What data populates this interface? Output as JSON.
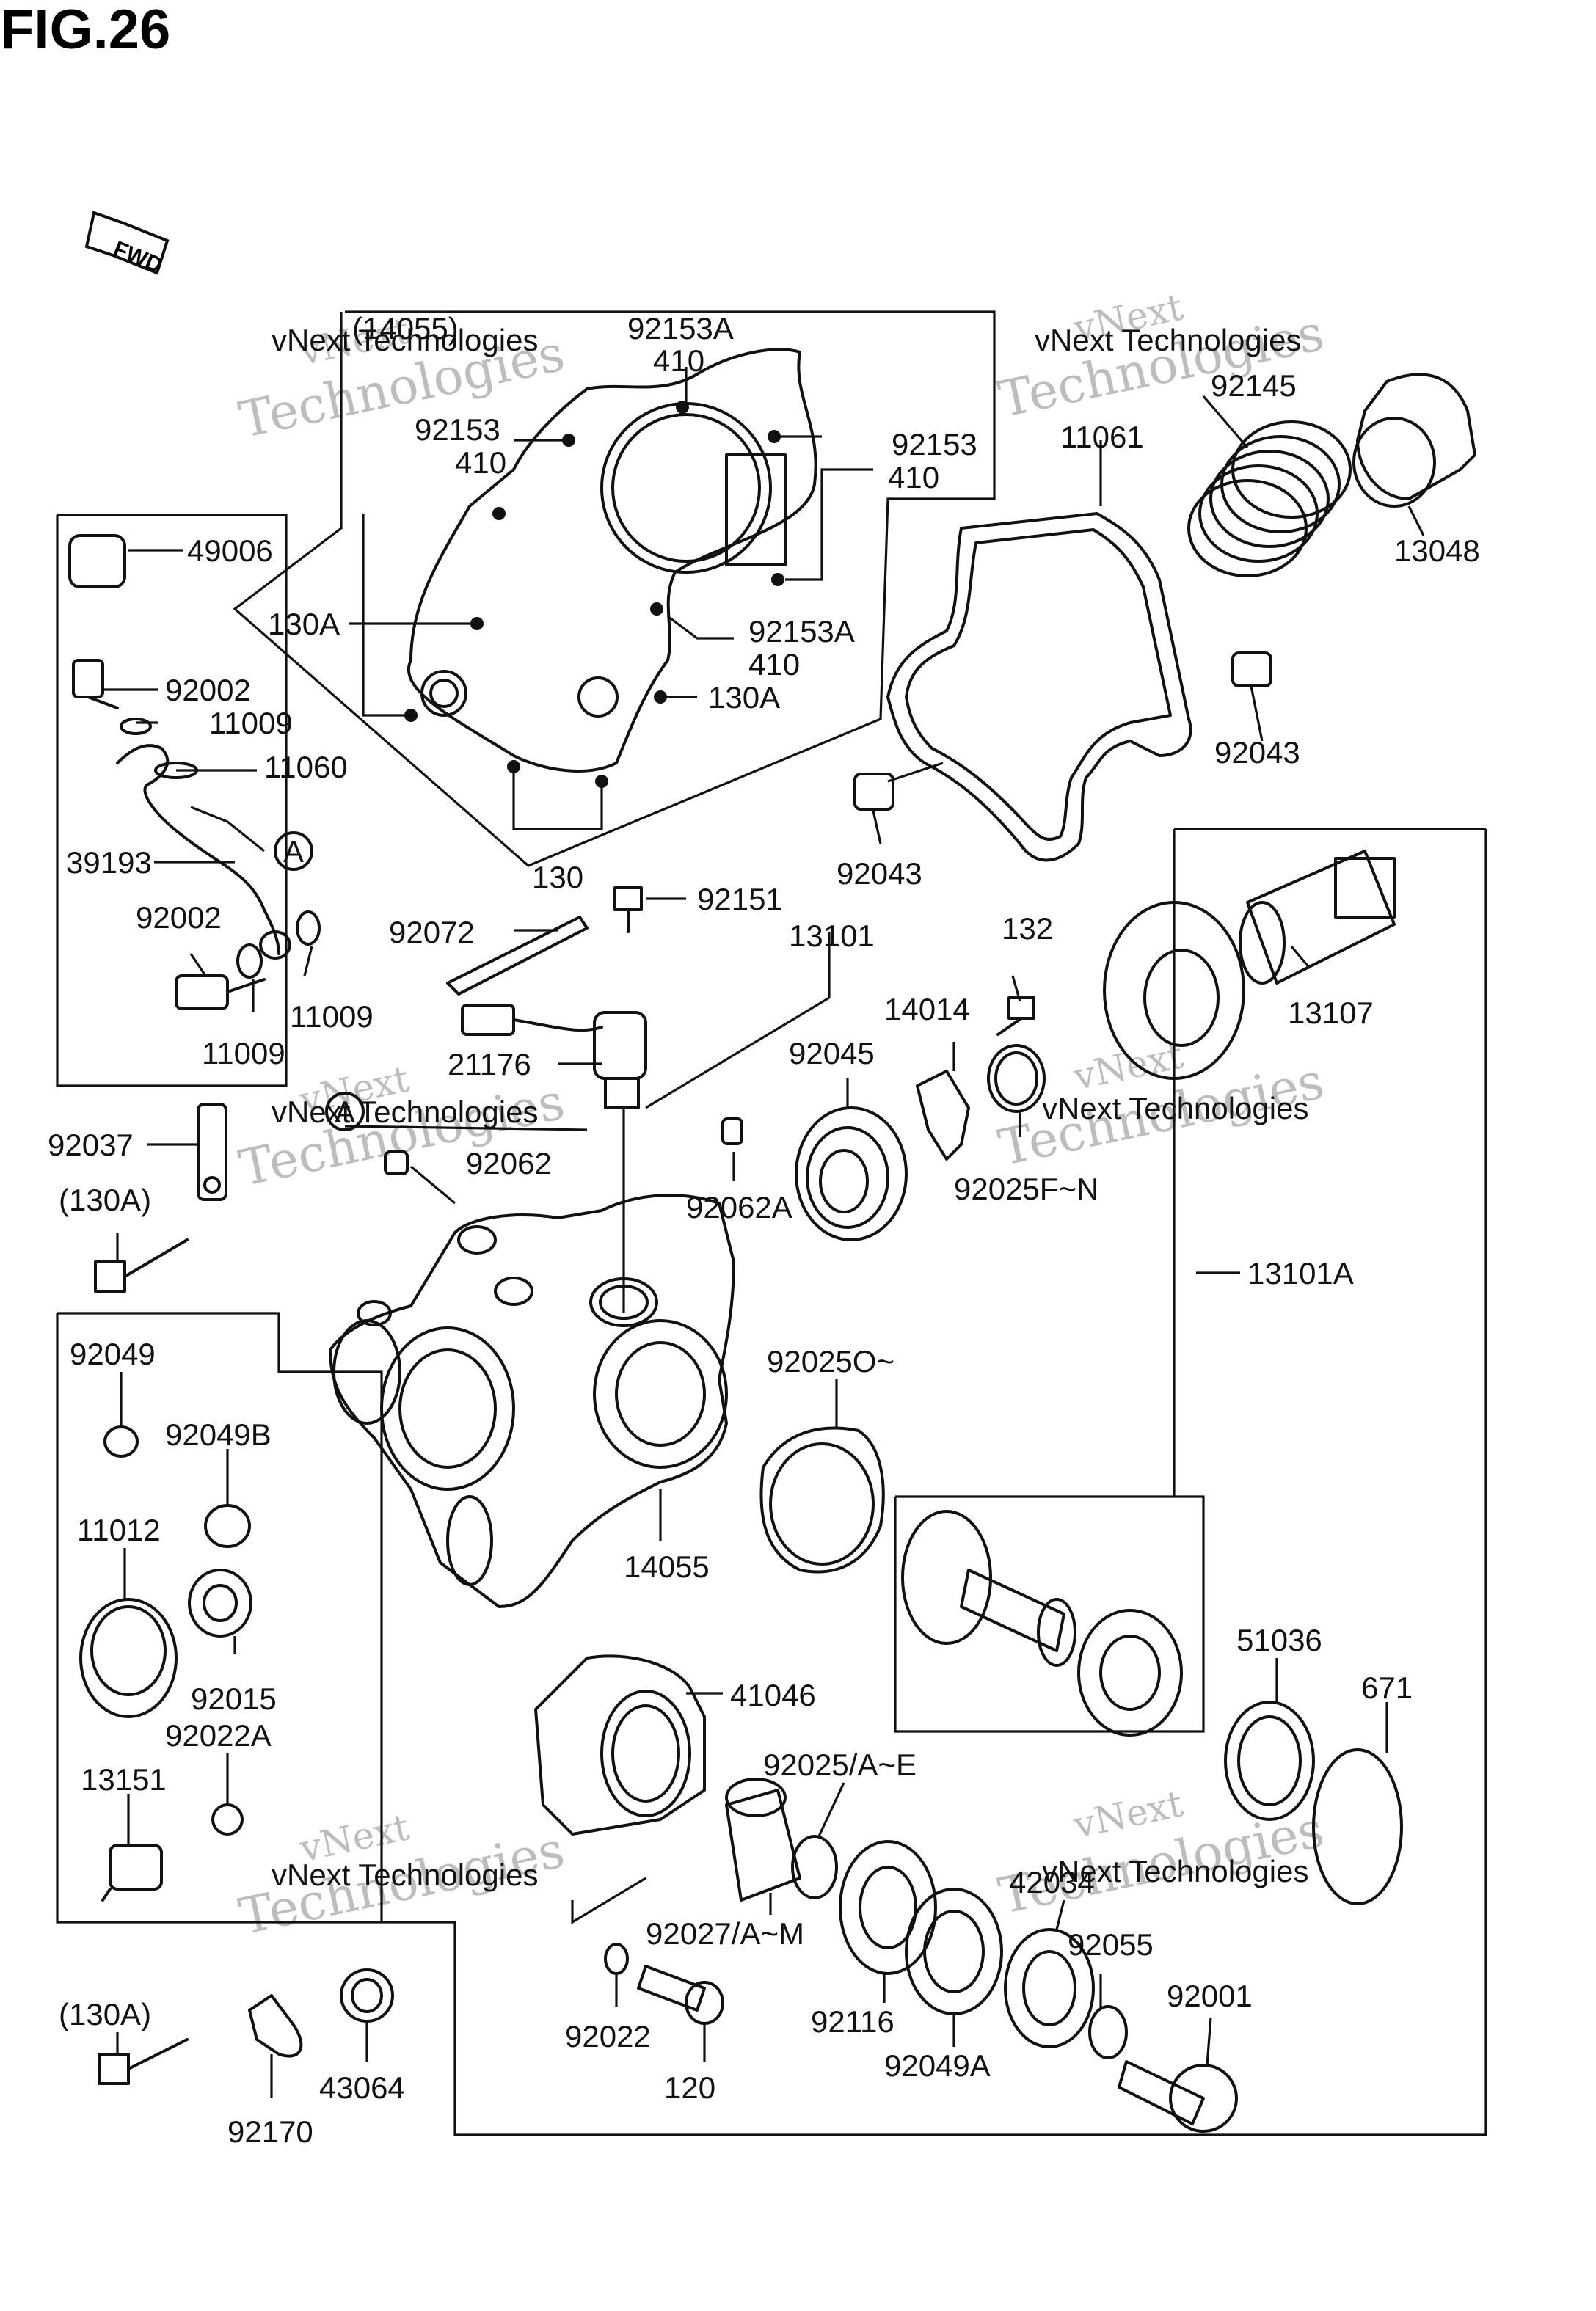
{
  "title": "FIG.26",
  "fwd_label": "FWD",
  "watermark": {
    "line1": "vNext",
    "line2": "vNext Technologies",
    "line3": "Technologies"
  },
  "callouts": [
    {
      "id": "14055-top",
      "text": "(14055)"
    },
    {
      "id": "92153A-top",
      "text": "92153A"
    },
    {
      "id": "410-top",
      "text": "410"
    },
    {
      "id": "92153-left",
      "text": "92153"
    },
    {
      "id": "410-left",
      "text": "410"
    },
    {
      "id": "92153-right",
      "text": "92153"
    },
    {
      "id": "410-right",
      "text": "410"
    },
    {
      "id": "130A-left",
      "text": "130A"
    },
    {
      "id": "92153A-mid",
      "text": "92153A"
    },
    {
      "id": "410-mid",
      "text": "410"
    },
    {
      "id": "130A-mid",
      "text": "130A"
    },
    {
      "id": "130",
      "text": "130"
    },
    {
      "id": "11061",
      "text": "11061"
    },
    {
      "id": "92145",
      "text": "92145"
    },
    {
      "id": "13048",
      "text": "13048"
    },
    {
      "id": "92043-right",
      "text": "92043"
    },
    {
      "id": "92043-left",
      "text": "92043"
    },
    {
      "id": "49006",
      "text": "49006"
    },
    {
      "id": "92002-top",
      "text": "92002"
    },
    {
      "id": "11009-top",
      "text": "11009"
    },
    {
      "id": "11060",
      "text": "11060"
    },
    {
      "id": "39193",
      "text": "39193"
    },
    {
      "id": "92002-bot",
      "text": "92002"
    },
    {
      "id": "11009-r",
      "text": "11009"
    },
    {
      "id": "11009-b",
      "text": "11009"
    },
    {
      "id": "92072",
      "text": "92072"
    },
    {
      "id": "92151",
      "text": "92151"
    },
    {
      "id": "13101",
      "text": "13101"
    },
    {
      "id": "132",
      "text": "132"
    },
    {
      "id": "13107",
      "text": "13107"
    },
    {
      "id": "14014",
      "text": "14014"
    },
    {
      "id": "92045",
      "text": "92045"
    },
    {
      "id": "21176",
      "text": "21176"
    },
    {
      "id": "92037",
      "text": "92037"
    },
    {
      "id": "130A-side",
      "text": "(130A)"
    },
    {
      "id": "92062",
      "text": "92062"
    },
    {
      "id": "92062A",
      "text": "92062A"
    },
    {
      "id": "92025F",
      "text": "92025F~N"
    },
    {
      "id": "13101A",
      "text": "13101A"
    },
    {
      "id": "92049",
      "text": "92049"
    },
    {
      "id": "92049B",
      "text": "92049B"
    },
    {
      "id": "92025O",
      "text": "92025O~"
    },
    {
      "id": "11012",
      "text": "11012"
    },
    {
      "id": "14055",
      "text": "14055"
    },
    {
      "id": "92015",
      "text": "92015"
    },
    {
      "id": "92022A",
      "text": "92022A"
    },
    {
      "id": "51036",
      "text": "51036"
    },
    {
      "id": "671",
      "text": "671"
    },
    {
      "id": "41046",
      "text": "41046"
    },
    {
      "id": "13151",
      "text": "13151"
    },
    {
      "id": "92025AE",
      "text": "92025/A~E"
    },
    {
      "id": "92027",
      "text": "92027/A~M"
    },
    {
      "id": "42034",
      "text": "42034"
    },
    {
      "id": "92055",
      "text": "92055"
    },
    {
      "id": "130A-low",
      "text": "(130A)"
    },
    {
      "id": "92001",
      "text": "92001"
    },
    {
      "id": "92022",
      "text": "92022"
    },
    {
      "id": "92116",
      "text": "92116"
    },
    {
      "id": "43064",
      "text": "43064"
    },
    {
      "id": "120",
      "text": "120"
    },
    {
      "id": "92049A",
      "text": "92049A"
    },
    {
      "id": "92170",
      "text": "92170"
    }
  ],
  "ref_marks": [
    {
      "id": "A1",
      "text": "A"
    },
    {
      "id": "A2",
      "text": "A"
    }
  ]
}
